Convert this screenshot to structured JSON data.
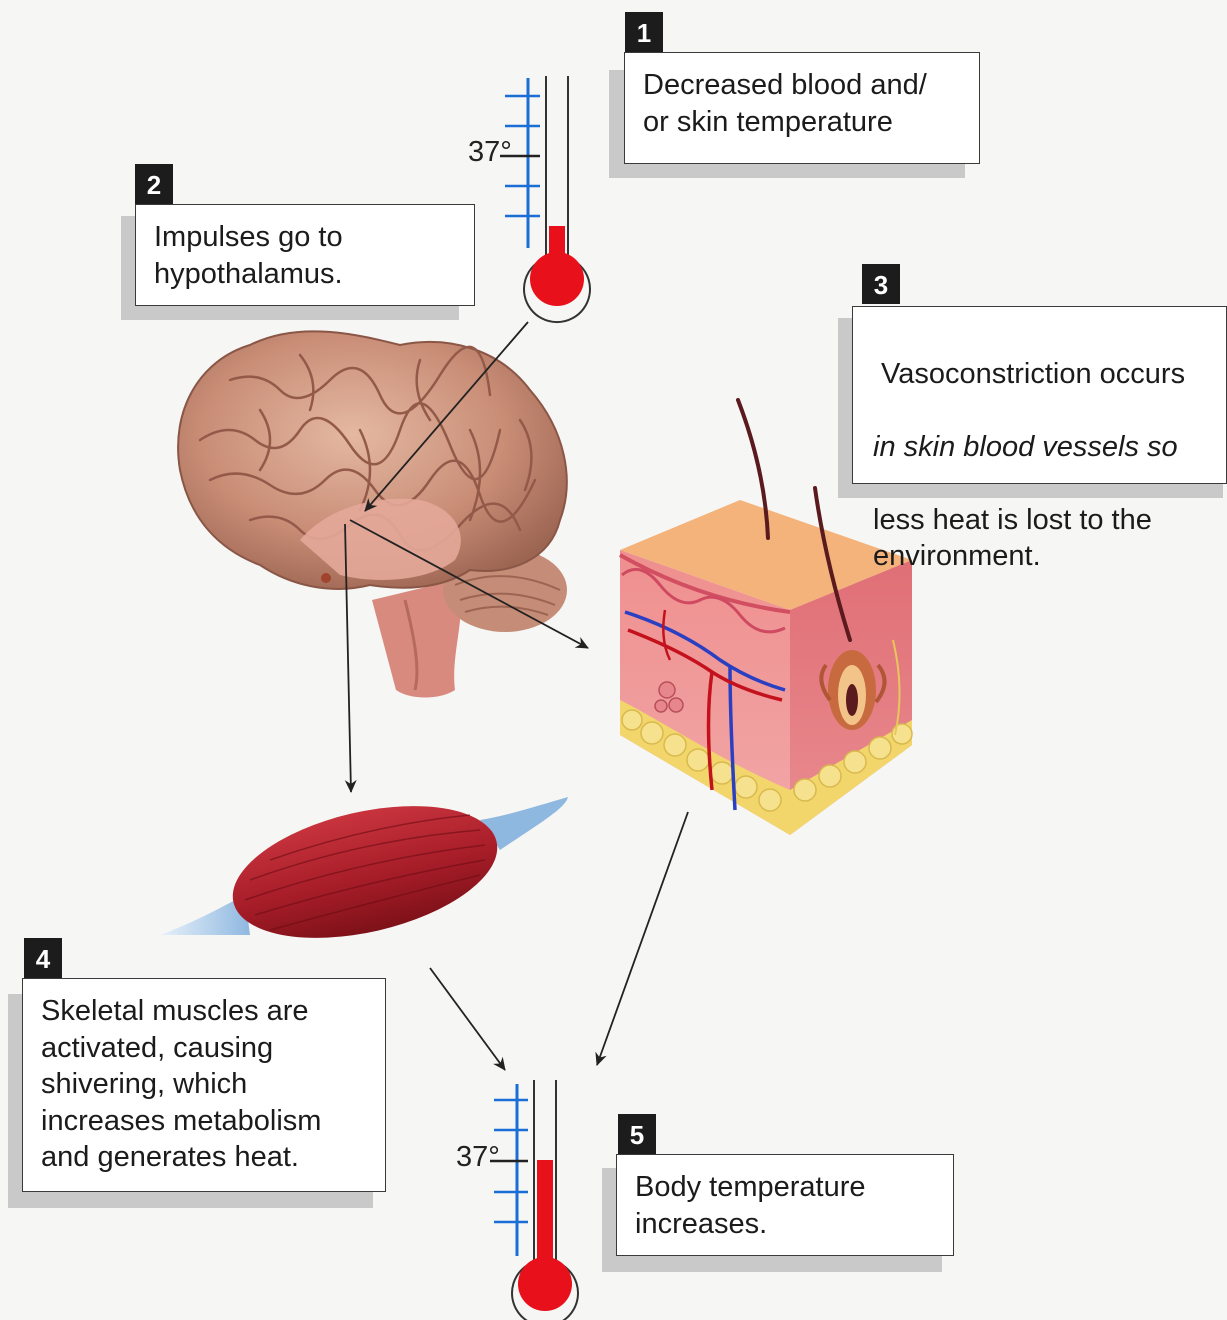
{
  "steps": [
    {
      "num": "1",
      "text": "Decreased blood and/\nor skin temperature"
    },
    {
      "num": "2",
      "text": "Impulses go to\nhypothalamus."
    },
    {
      "num": "3",
      "line1": "Vasoconstriction occurs",
      "line2": "in skin blood vessels so",
      "line3": "less heat is lost to the\nenvironment."
    },
    {
      "num": "4",
      "text": "Skeletal muscles are\nactivated, causing\nshivering, which\nincreases metabolism\nand generates heat."
    },
    {
      "num": "5",
      "text": "Body temperature\nincreases."
    }
  ],
  "thermometers": {
    "top_label": "37°",
    "bottom_label": "37°",
    "mercury_color": "#e8101a",
    "scale_color": "#1a6fd6"
  }
}
